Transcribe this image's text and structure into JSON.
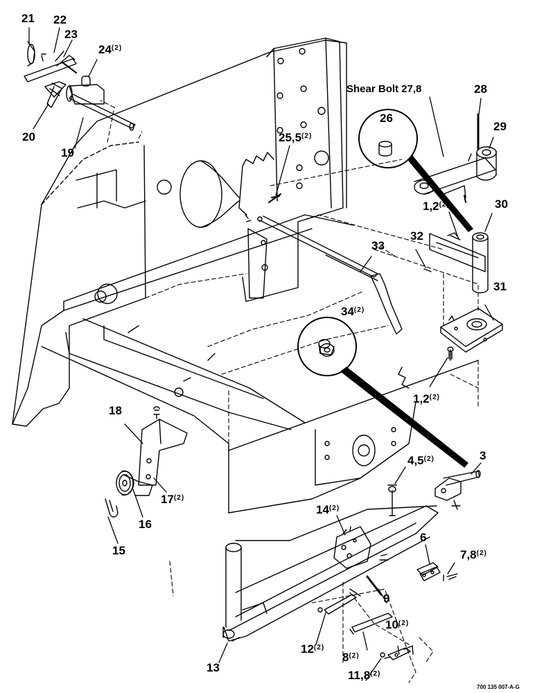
{
  "drawing_code": "700 135 007-A-G",
  "callouts": {
    "c21": {
      "num": "21",
      "qty": ""
    },
    "c22": {
      "num": "22",
      "qty": ""
    },
    "c23": {
      "num": "23",
      "qty": ""
    },
    "c24": {
      "num": "24",
      "qty": "(2)"
    },
    "c20": {
      "num": "20",
      "qty": ""
    },
    "c19": {
      "num": "19",
      "qty": ""
    },
    "c25": {
      "num": "25,5",
      "qty": "(2)"
    },
    "shear": {
      "num": "Shear Bolt 27,8",
      "qty": ""
    },
    "c28": {
      "num": "28",
      "qty": ""
    },
    "c26": {
      "num": "26",
      "qty": ""
    },
    "c29": {
      "num": "29",
      "qty": ""
    },
    "c30": {
      "num": "30",
      "qty": ""
    },
    "c1a": {
      "num": "1,2",
      "qty": "(2)"
    },
    "c32": {
      "num": "32",
      "qty": ""
    },
    "c33": {
      "num": "33",
      "qty": ""
    },
    "c31": {
      "num": "31",
      "qty": ""
    },
    "c34": {
      "num": "34",
      "qty": "(2)"
    },
    "c1b": {
      "num": "1,2",
      "qty": "(2)"
    },
    "c18": {
      "num": "18",
      "qty": ""
    },
    "c17": {
      "num": "17",
      "qty": "(2)"
    },
    "c16": {
      "num": "16",
      "qty": ""
    },
    "c15": {
      "num": "15",
      "qty": ""
    },
    "c3": {
      "num": "3",
      "qty": ""
    },
    "c4": {
      "num": "4,5",
      "qty": "(2)"
    },
    "c14": {
      "num": "14",
      "qty": "(2)"
    },
    "c6": {
      "num": "6",
      "qty": ""
    },
    "c7": {
      "num": "7,8",
      "qty": "(2)"
    },
    "c9": {
      "num": "9",
      "qty": ""
    },
    "c10": {
      "num": "10",
      "qty": "(2)"
    },
    "c12": {
      "num": "12",
      "qty": "(2)"
    },
    "c8": {
      "num": "8",
      "qty": "(2)"
    },
    "c11": {
      "num": "11,8",
      "qty": "(2)"
    },
    "c13": {
      "num": "13",
      "qty": ""
    }
  }
}
